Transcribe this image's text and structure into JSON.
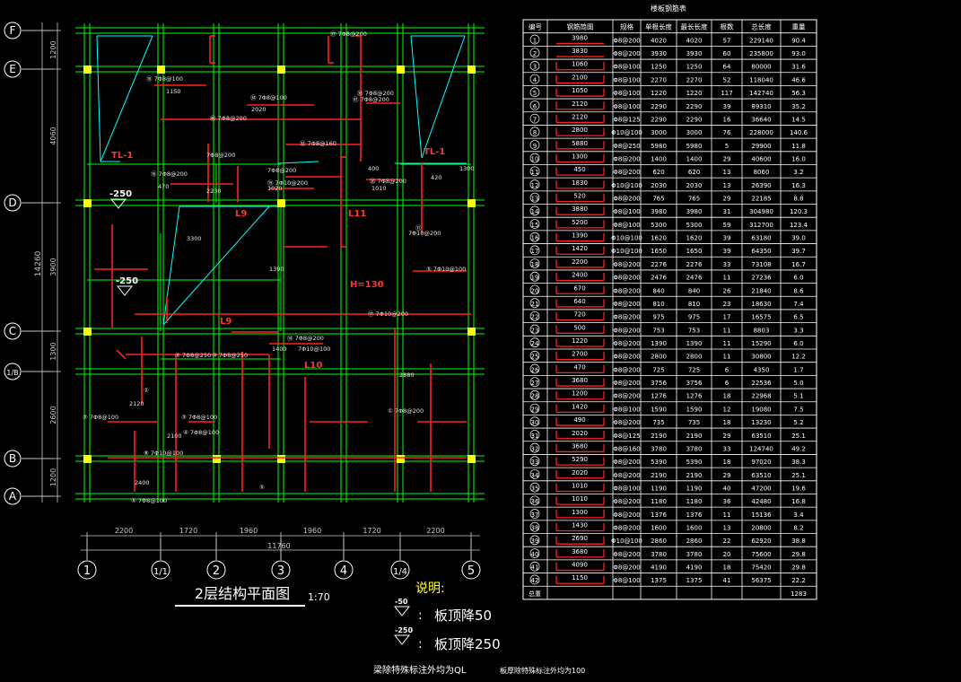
{
  "grid": {
    "rows": [
      "F",
      "E",
      "D",
      "C",
      "1/B",
      "B",
      "A"
    ],
    "cols": [
      "1",
      "1/1",
      "2",
      "3",
      "4",
      "1/4",
      "5"
    ],
    "row_spacings": [
      "1200",
      "4060",
      "3900",
      "1300",
      "2600",
      "1200"
    ],
    "row_total": "14260",
    "col_spacings": [
      "2200",
      "1720",
      "1960",
      "1960",
      "1720",
      "2200"
    ],
    "col_total": "11760"
  },
  "plan_title": {
    "text": "2层结构平面图",
    "scale": "1:70"
  },
  "labels": {
    "tl_left": "TL-1",
    "tl_right": "TL-1",
    "l9_upper": "L9",
    "l9_lower": "L9",
    "l10": "L10",
    "l11": "L11",
    "h130": "H=130",
    "lvl_250a": "-250",
    "lvl_250b": "-250"
  },
  "rebar_labels": [
    "⑯ 7Φ8@100",
    "1150",
    "㉞ 7Φ8@100",
    "2020",
    "㊵ 7Φ8@200",
    "㊲ 7Φ8@200",
    "㊶ 7Φ8@200",
    "㊳ 7Φ8@200",
    "㉜ 7Φ8@160",
    "⑯ 7Φ8@200",
    "470",
    "7Φ8@200",
    "2230",
    "7Φ8@200",
    "⑲ 7Φ10@200",
    "1020",
    "400",
    "⑳ 7Φ8@200",
    "1010",
    "420",
    "1300",
    "⑪",
    "7Φ10@200",
    "1390",
    "⑤ 7Φ10@100",
    "⑰ 7Φ10@200",
    "⑭ 7Φ8@200",
    "7Φ10@100",
    "1400",
    "⑨ 7Φ8@250",
    "⑩ 7Φ8@250",
    "②",
    "2120",
    "② 7Φ8@100",
    "③ 7Φ8@100",
    "④ 7Φ8@100",
    "2100",
    "① 7Φ8@200",
    "2880",
    "⑧ 7Φ10@100",
    "⑤",
    "⑤ 7Φ8@100",
    "2400",
    "3300"
  ],
  "notes": {
    "title": "说明:",
    "items": [
      {
        "level": "-50",
        "text": "板顶降50"
      },
      {
        "level": "-250",
        "text": "板顶降250"
      }
    ],
    "footer_left": "梁除特殊标注外均为QL",
    "footer_right": "板厚除特殊标注外均为100"
  },
  "table": {
    "title": "楼板钢筋表",
    "headers": [
      "编号",
      "钢筋简图",
      "规格",
      "单根长度",
      "最长长度",
      "根数",
      "总长度",
      "重量"
    ],
    "rows": [
      [
        "①",
        "3980",
        "",
        "Φ8@200",
        "4020",
        "4020",
        "57",
        "229140",
        "90.4"
      ],
      [
        "②",
        "3830",
        "",
        "Φ8@200",
        "3930",
        "3930",
        "60",
        "235800",
        "93.0"
      ],
      [
        "③",
        "1060",
        "",
        "Φ8@100",
        "1250",
        "1250",
        "64",
        "80000",
        "31.6"
      ],
      [
        "④",
        "2100",
        "",
        "Φ8@100",
        "2270",
        "2270",
        "52",
        "118040",
        "46.6"
      ],
      [
        "⑤",
        "1050",
        "",
        "Φ8@100",
        "1220",
        "1220",
        "117",
        "142740",
        "56.3"
      ],
      [
        "⑥",
        "2120",
        "",
        "Φ8@100",
        "2290",
        "2290",
        "39",
        "89310",
        "35.2"
      ],
      [
        "⑦",
        "2120",
        "",
        "Φ8@125",
        "2290",
        "2290",
        "16",
        "36640",
        "14.5"
      ],
      [
        "⑧",
        "2800",
        "",
        "Φ10@100",
        "3000",
        "3000",
        "76",
        "228000",
        "140.6"
      ],
      [
        "⑨",
        "5880",
        "",
        "Φ8@250",
        "5980",
        "5980",
        "5",
        "29900",
        "11.8"
      ],
      [
        "⑩",
        "1300",
        "",
        "Φ8@200",
        "1400",
        "1400",
        "29",
        "40600",
        "16.0"
      ],
      [
        "⑪",
        "450",
        "",
        "Φ8@200",
        "620",
        "620",
        "13",
        "8060",
        "3.2"
      ],
      [
        "⑫",
        "1830",
        "",
        "Φ10@100",
        "2030",
        "2030",
        "13",
        "26390",
        "16.3"
      ],
      [
        "⑬",
        "520",
        "",
        "Φ8@200",
        "765",
        "765",
        "29",
        "22185",
        "8.8"
      ],
      [
        "⑭",
        "3880",
        "",
        "Φ8@100",
        "3980",
        "3980",
        "31",
        "304980",
        "120.3"
      ],
      [
        "⑮",
        "5200",
        "",
        "Φ8@100",
        "5300",
        "5300",
        "59",
        "312700",
        "123.4"
      ],
      [
        "⑯",
        "1390",
        "",
        "Φ10@100",
        "1620",
        "1620",
        "39",
        "63180",
        "39.0"
      ],
      [
        "⑰",
        "1420",
        "",
        "Φ10@100",
        "1650",
        "1650",
        "39",
        "64350",
        "39.7"
      ],
      [
        "⑱",
        "2200",
        "",
        "Φ8@200",
        "2276",
        "2276",
        "33",
        "73108",
        "16.7"
      ],
      [
        "⑲",
        "2400",
        "",
        "Φ8@200",
        "2476",
        "2476",
        "11",
        "27236",
        "6.0"
      ],
      [
        "⑳",
        "670",
        "",
        "Φ8@200",
        "840",
        "840",
        "26",
        "21840",
        "8.6"
      ],
      [
        "㉑",
        "640",
        "",
        "Φ8@200",
        "810",
        "810",
        "23",
        "18630",
        "7.4"
      ],
      [
        "㉒",
        "720",
        "",
        "Φ8@200",
        "975",
        "975",
        "17",
        "16575",
        "6.5"
      ],
      [
        "㉓",
        "500",
        "",
        "Φ8@200",
        "753",
        "753",
        "11",
        "8803",
        "3.3"
      ],
      [
        "㉔",
        "1220",
        "",
        "Φ8@200",
        "1390",
        "1390",
        "11",
        "15290",
        "6.0"
      ],
      [
        "㉕",
        "2700",
        "",
        "Φ8@200",
        "2800",
        "2800",
        "11",
        "30800",
        "12.2"
      ],
      [
        "㉖",
        "470",
        "",
        "Φ8@200",
        "725",
        "725",
        "6",
        "4350",
        "1.7"
      ],
      [
        "㉗",
        "3680",
        "",
        "Φ8@200",
        "3756",
        "3756",
        "6",
        "22536",
        "5.0"
      ],
      [
        "㉘",
        "1200",
        "",
        "Φ8@200",
        "1276",
        "1276",
        "18",
        "22968",
        "5.1"
      ],
      [
        "㉙",
        "1420",
        "",
        "Φ8@100",
        "1590",
        "1590",
        "12",
        "19080",
        "7.5"
      ],
      [
        "㉚",
        "490",
        "",
        "Φ8@200",
        "735",
        "735",
        "18",
        "13230",
        "5.2"
      ],
      [
        "㉛",
        "2020",
        "",
        "Φ8@125",
        "2190",
        "2190",
        "29",
        "63510",
        "25.1"
      ],
      [
        "㉜",
        "3680",
        "",
        "Φ8@160",
        "3780",
        "3780",
        "33",
        "124740",
        "49.2"
      ],
      [
        "㉝",
        "5290",
        "",
        "Φ8@200",
        "5390",
        "5390",
        "18",
        "97020",
        "38.3"
      ],
      [
        "㉞",
        "2020",
        "",
        "Φ8@200",
        "2190",
        "2190",
        "29",
        "63510",
        "25.1"
      ],
      [
        "㉟",
        "1010",
        "",
        "Φ8@100",
        "1190",
        "1190",
        "40",
        "47200",
        "19.6"
      ],
      [
        "㊱",
        "1010",
        "",
        "Φ8@200",
        "1180",
        "1180",
        "36",
        "42480",
        "16.8"
      ],
      [
        "㊲",
        "1300",
        "",
        "Φ8@200",
        "1376",
        "1376",
        "11",
        "15136",
        "3.4"
      ],
      [
        "㊳",
        "1430",
        "",
        "Φ8@200",
        "1600",
        "1600",
        "13",
        "20800",
        "8.2"
      ],
      [
        "㊴",
        "2690",
        "",
        "Φ10@100",
        "2860",
        "2860",
        "22",
        "62920",
        "38.8"
      ],
      [
        "㊵",
        "3680",
        "",
        "Φ8@200",
        "3780",
        "3780",
        "20",
        "75600",
        "29.8"
      ],
      [
        "㊶",
        "4090",
        "",
        "Φ8@200",
        "4190",
        "4190",
        "18",
        "75420",
        "29.8"
      ],
      [
        "㊷",
        "1150",
        "",
        "Φ8@100",
        "1375",
        "1375",
        "41",
        "56375",
        "22.2"
      ]
    ],
    "total_label": "总重",
    "total_value": "1283"
  },
  "colors": {
    "grid": "#00ff00",
    "rebar": "#ff2020",
    "dim": "#c8c8c8",
    "slab": "#00ffff",
    "column": "#ffff00",
    "beam_text": "#ff3333",
    "note": "#ffff40"
  }
}
